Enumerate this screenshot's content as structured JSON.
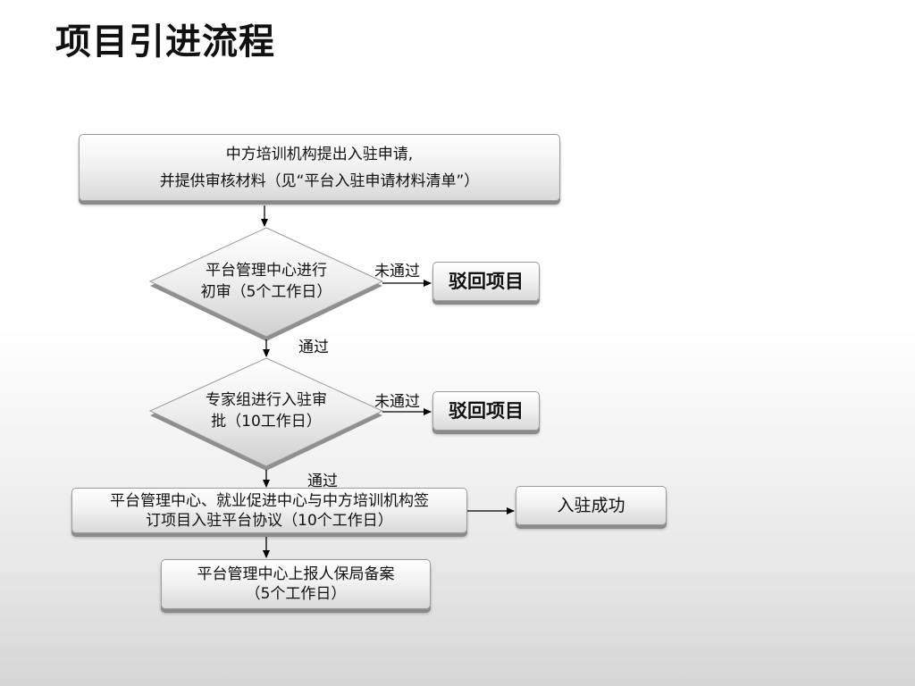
{
  "title": "项目引进流程",
  "nodes": {
    "apply": {
      "line1": "中方培训机构提出入驻申请,",
      "line2": "并提供审核材料（见“平台入驻申请材料清单”）"
    },
    "initial_review": {
      "line1": "平台管理中心进行",
      "line2": "初审（5个工作日）"
    },
    "reject1": "驳回项目",
    "expert_review": {
      "line1": "专家组进行入驻审",
      "line2": "批（10工作日）"
    },
    "reject2": "驳回项目",
    "sign": {
      "line1": "平台管理中心、就业促进中心与中方培训机构签",
      "line2": "订项目入驻平台协议（10个工作日）"
    },
    "success": "入驻成功",
    "report": {
      "line1": "平台管理中心上报人保局备案",
      "line2": "（5个工作日）"
    }
  },
  "labels": {
    "fail1": "未通过",
    "pass1": "通过",
    "fail2": "未通过",
    "pass2": "通过"
  }
}
